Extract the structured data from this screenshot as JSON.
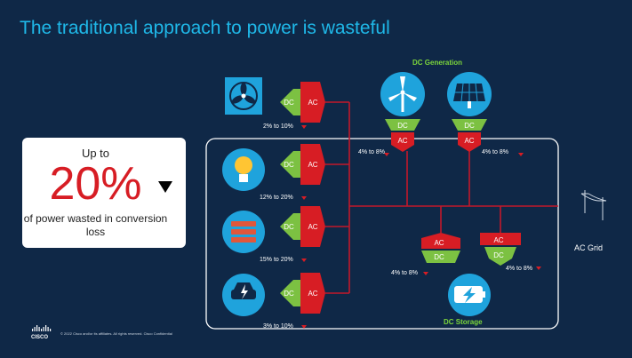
{
  "title": "The traditional approach to power is wasteful",
  "callout": {
    "prefix": "Up to",
    "value": "20%",
    "description": "of power wasted in conversion loss"
  },
  "dc_generation_label": "DC Generation",
  "dc_storage_label": "DC Storage",
  "ac_grid_label": "AC Grid",
  "converter_labels": {
    "dc": "DC",
    "ac": "AC"
  },
  "loss_labels": {
    "fan": "2% to 10%",
    "bulb": "12% to 20%",
    "server": "15% to 20%",
    "car": "3% to 10%",
    "wind": "4% to 8%",
    "solar": "4% to 8%",
    "storage_left": "4% to 8%",
    "storage_right": "4% to 8%"
  },
  "footer": "© 2022  Cisco and/or its affiliates. All rights reserved.   Cisco Confidential",
  "brand": "CISCO",
  "colors": {
    "background": "#0f2847",
    "title": "#1fb8e8",
    "ac_red": "#d71d24",
    "dc_green": "#7cc142",
    "bus_red": "#c3182a",
    "icon_blue": "#1fa3dc",
    "highlight_red": "#d71d24"
  }
}
